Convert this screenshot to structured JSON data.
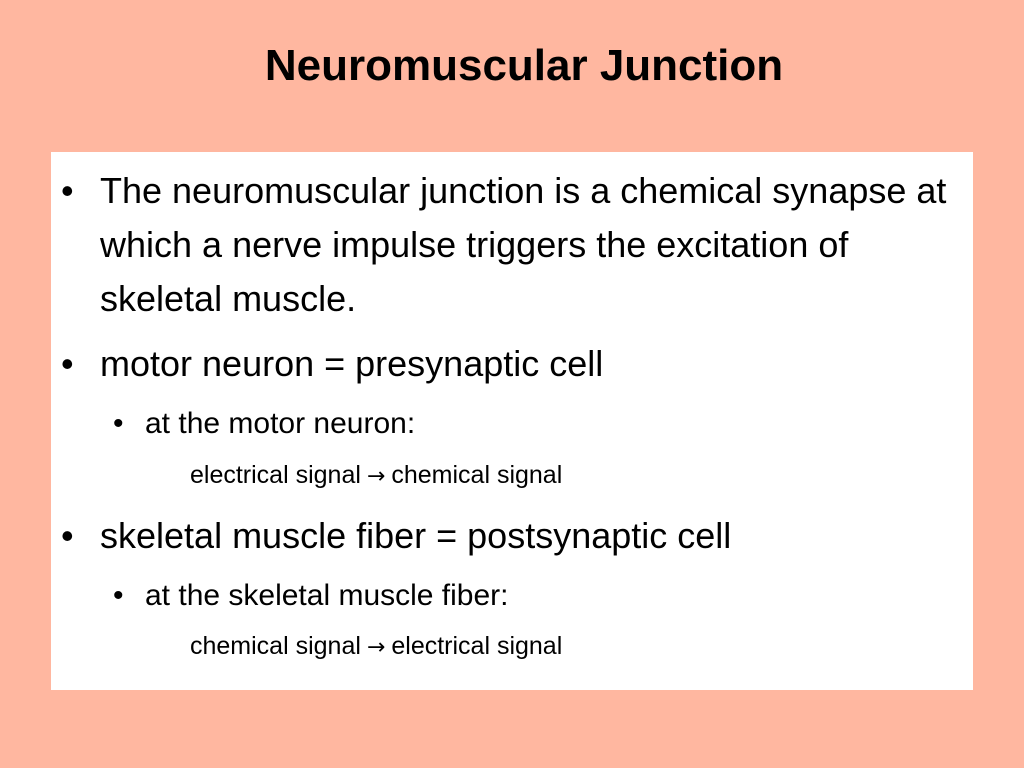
{
  "slide": {
    "title": "Neuromuscular Junction",
    "bullet_symbol": "•",
    "arrow_symbol": "→",
    "items": [
      {
        "text": "The neuromuscular junction is a chemical synapse at which a nerve impulse triggers the excitation of skeletal muscle."
      },
      {
        "text": "motor neuron = presynaptic cell",
        "sub": {
          "text": "at the motor neuron:",
          "detail": {
            "from": "electrical signal",
            "to": "chemical signal"
          }
        }
      },
      {
        "text": "skeletal muscle fiber = postsynaptic cell",
        "sub": {
          "text": "at the skeletal muscle fiber:",
          "detail": {
            "from": "chemical signal",
            "to": "electrical signal"
          }
        }
      }
    ]
  },
  "colors": {
    "background": "#ffb7a0",
    "content_box": "#ffffff",
    "text": "#000000"
  }
}
